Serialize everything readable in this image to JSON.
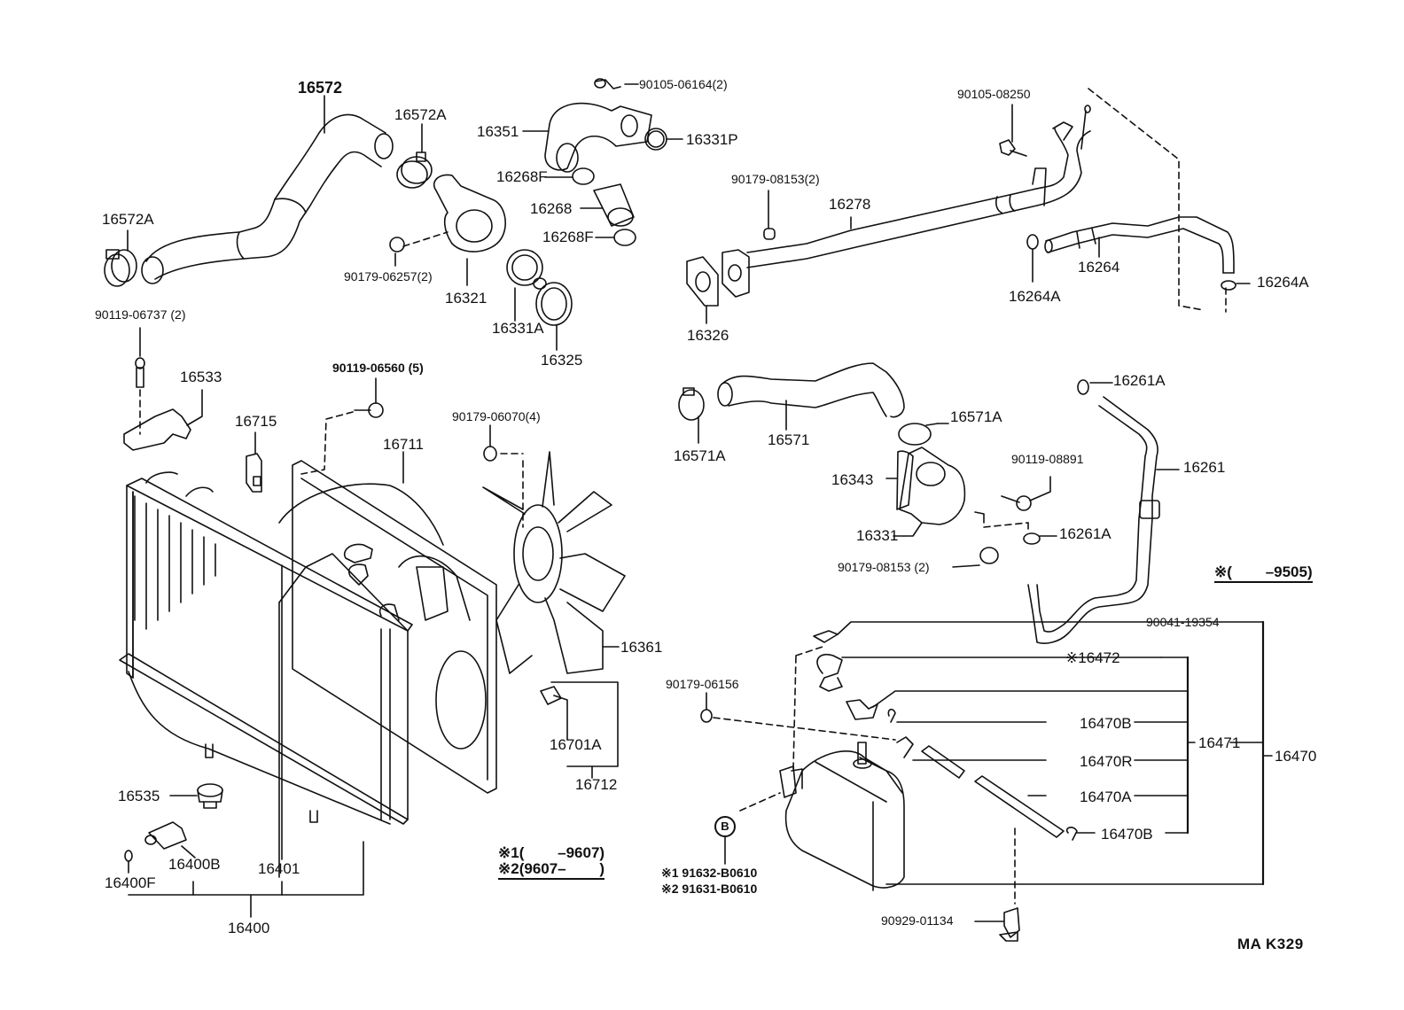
{
  "diagram": {
    "title": "Radiator & Water Outlet exploded parts diagram",
    "code": "MA K329",
    "labels": {
      "p16572": "16572",
      "p16572A_top": "16572A",
      "p16572A_left": "16572A",
      "p90119_06737": "90119-06737 (2)",
      "p16533": "16533",
      "p90179_06257": "90179-06257(2)",
      "p16321": "16321",
      "p90105_06164": "90105-06164(2)",
      "p16351": "16351",
      "p16331P": "16331P",
      "p16268F_top": "16268F",
      "p16268": "16268",
      "p16268F_bot": "16268F",
      "p16331A": "16331A",
      "p16325": "16325",
      "p90105_08250": "90105-08250",
      "p90179_08153_top": "90179-08153(2)",
      "p16278": "16278",
      "p16326": "16326",
      "p16264": "16264",
      "p16264A_left": "16264A",
      "p16264A_right": "16264A",
      "p90119_06560": "90119-06560 (5)",
      "p16715": "16715",
      "p16711": "16711",
      "p90179_06070": "90179-06070(4)",
      "p16361": "16361",
      "p16701A": "16701A",
      "p16712": "16712",
      "p16535": "16535",
      "p16400B": "16400B",
      "p16400F": "16400F",
      "p16401": "16401",
      "p16400": "16400",
      "p16571A_left": "16571A",
      "p16571": "16571",
      "p16571A_right": "16571A",
      "p16343": "16343",
      "p16331": "16331",
      "p90179_08153_mid": "90179-08153 (2)",
      "p90119_08891": "90119-08891",
      "p16261A_top": "16261A",
      "p16261": "16261",
      "p16261A_bot": "16261A",
      "p90041_19354": "90041-19354",
      "p16472": "※16472",
      "p16470B_top": "16470B",
      "p16471": "16471",
      "p16470": "16470",
      "p16470R": "16470R",
      "p16470A": "16470A",
      "p16470B_bot": "16470B",
      "p90179_06156": "90179-06156",
      "pB": "B",
      "p91632": "※1 91632-B0610",
      "p91631": "※2 91631-B0610",
      "p90929_01134": "90929-01134"
    },
    "notes": {
      "note_9505": "※(        –9505)",
      "note_1": "※1(        –9607)",
      "note_2": "※2(9607–        )"
    }
  }
}
